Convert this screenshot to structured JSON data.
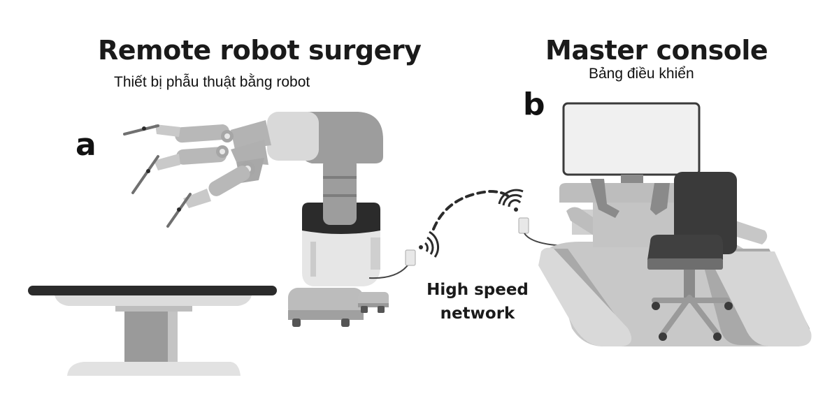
{
  "left": {
    "title": "Remote robot surgery",
    "subtitle": "Thiết bị phẫu thuật bằng robot",
    "letter": "a"
  },
  "right": {
    "title": "Master console",
    "subtitle": "Bảng điều khiển",
    "letter": "b"
  },
  "network": {
    "line1": "High speed",
    "line2": "network"
  },
  "icons": [
    "robotic-arm-icon",
    "operating-table-icon",
    "wifi-icon",
    "surgeon-console-icon",
    "office-chair-icon"
  ],
  "colors": {
    "dark": "#2b2b2b",
    "mid": "#8c8c8c",
    "light": "#c9c9c9",
    "pale": "#e4e4e4"
  }
}
